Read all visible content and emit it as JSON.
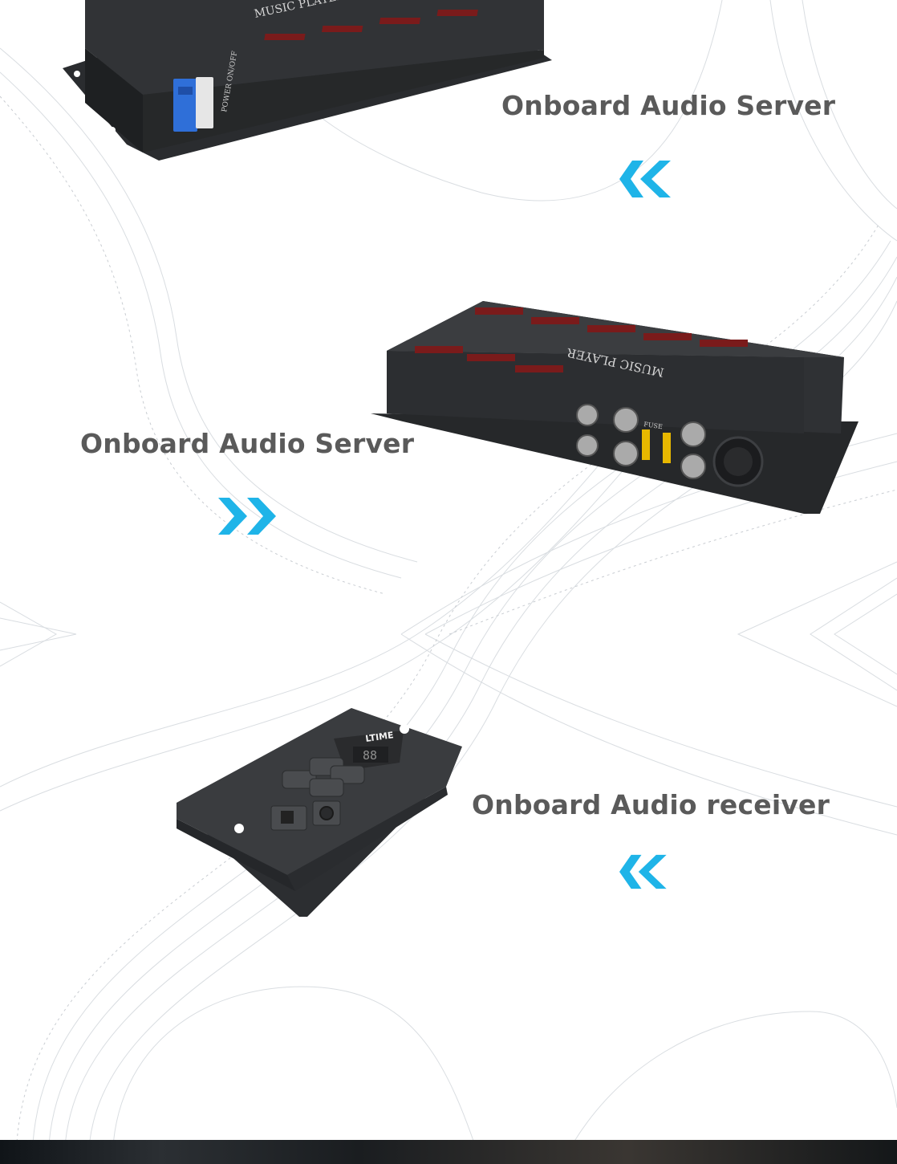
{
  "sections": [
    {
      "caption": "Onboard Audio Server",
      "arrow_direction": "left"
    },
    {
      "caption": "Onboard Audio Server",
      "arrow_direction": "right"
    },
    {
      "caption": "Onboard Audio receiver",
      "arrow_direction": "left"
    }
  ],
  "devices": {
    "server_top": {
      "label": "MUSIC PLAYER",
      "switch_label": "POWER ON/OFF"
    },
    "server_middle": {
      "label": "MUSIC PLAYER",
      "fuse_label": "FUSE"
    },
    "receiver": {
      "brand": "LTIME",
      "display": "88"
    }
  },
  "colors": {
    "accent": "#1fb4e8",
    "caption": "#5a5a5a",
    "device_body": "#2e3033",
    "led": "#8a1c1c",
    "switch_blue": "#2f6fd8",
    "fuse_yellow": "#e8b800"
  },
  "icons": [
    "double-chevron-left-icon",
    "double-chevron-right-icon"
  ]
}
